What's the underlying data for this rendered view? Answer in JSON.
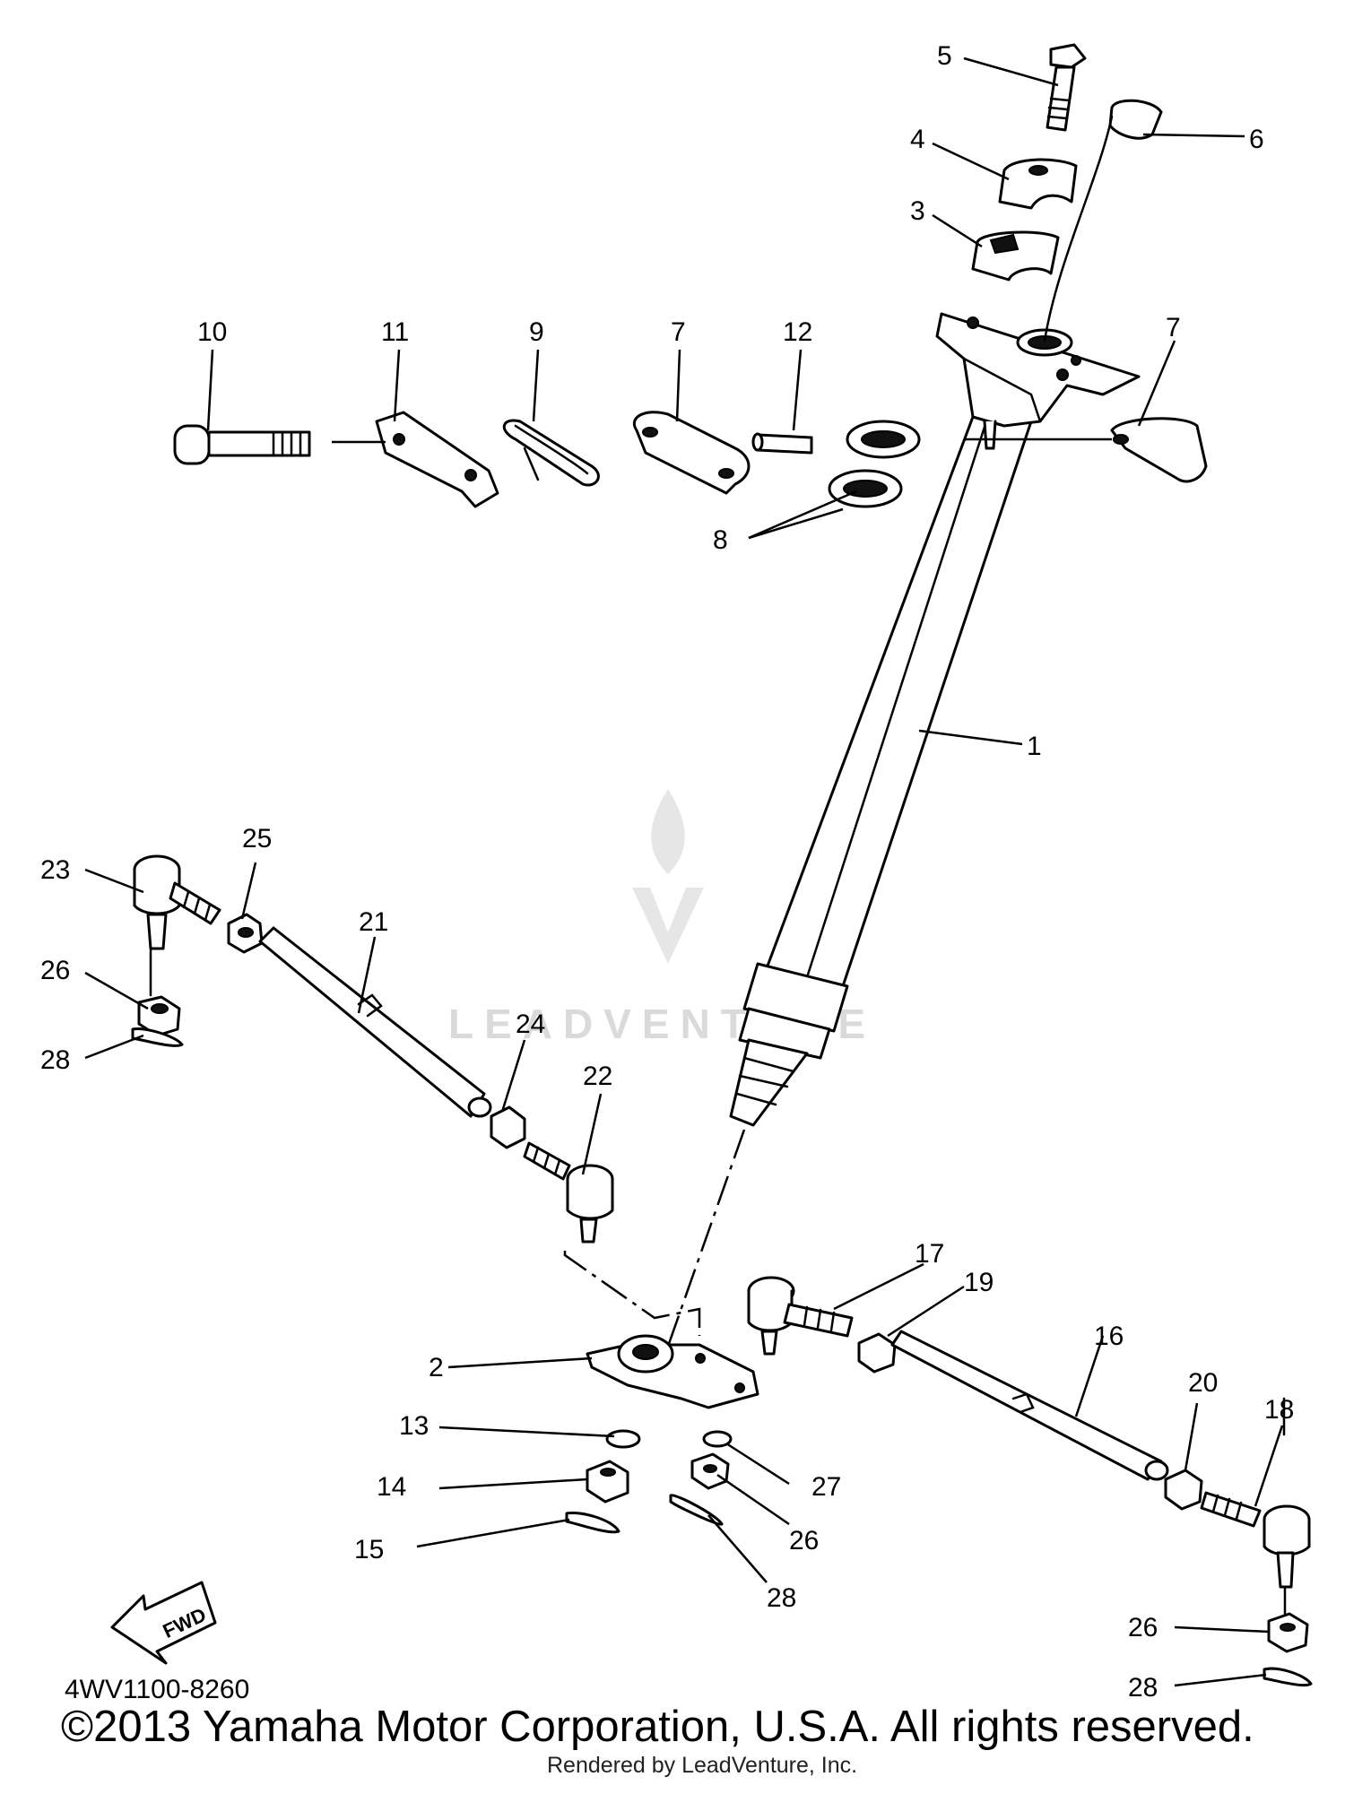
{
  "diagram": {
    "callouts": {
      "p1": "1",
      "p2": "2",
      "p3": "3",
      "p4": "4",
      "p5": "5",
      "p6": "6",
      "p7a": "7",
      "p7b": "7",
      "p8": "8",
      "p9": "9",
      "p10": "10",
      "p11": "11",
      "p12": "12",
      "p13": "13",
      "p14": "14",
      "p15": "15",
      "p16": "16",
      "p17": "17",
      "p18": "18",
      "p19": "19",
      "p20": "20",
      "p21": "21",
      "p22": "22",
      "p23": "23",
      "p24": "24",
      "p25": "25",
      "p26a": "26",
      "p26b": "26",
      "p26c": "26",
      "p27": "27",
      "p28a": "28",
      "p28b": "28",
      "p28c": "28"
    },
    "fwd_label": "FWD",
    "watermark": "LEADVENTURE",
    "diagram_code": "4WV1100-8260",
    "copyright": "©2013 Yamaha Motor Corporation, U.S.A. All rights reserved.",
    "rendered_by": "Rendered by LeadVenture, Inc."
  }
}
